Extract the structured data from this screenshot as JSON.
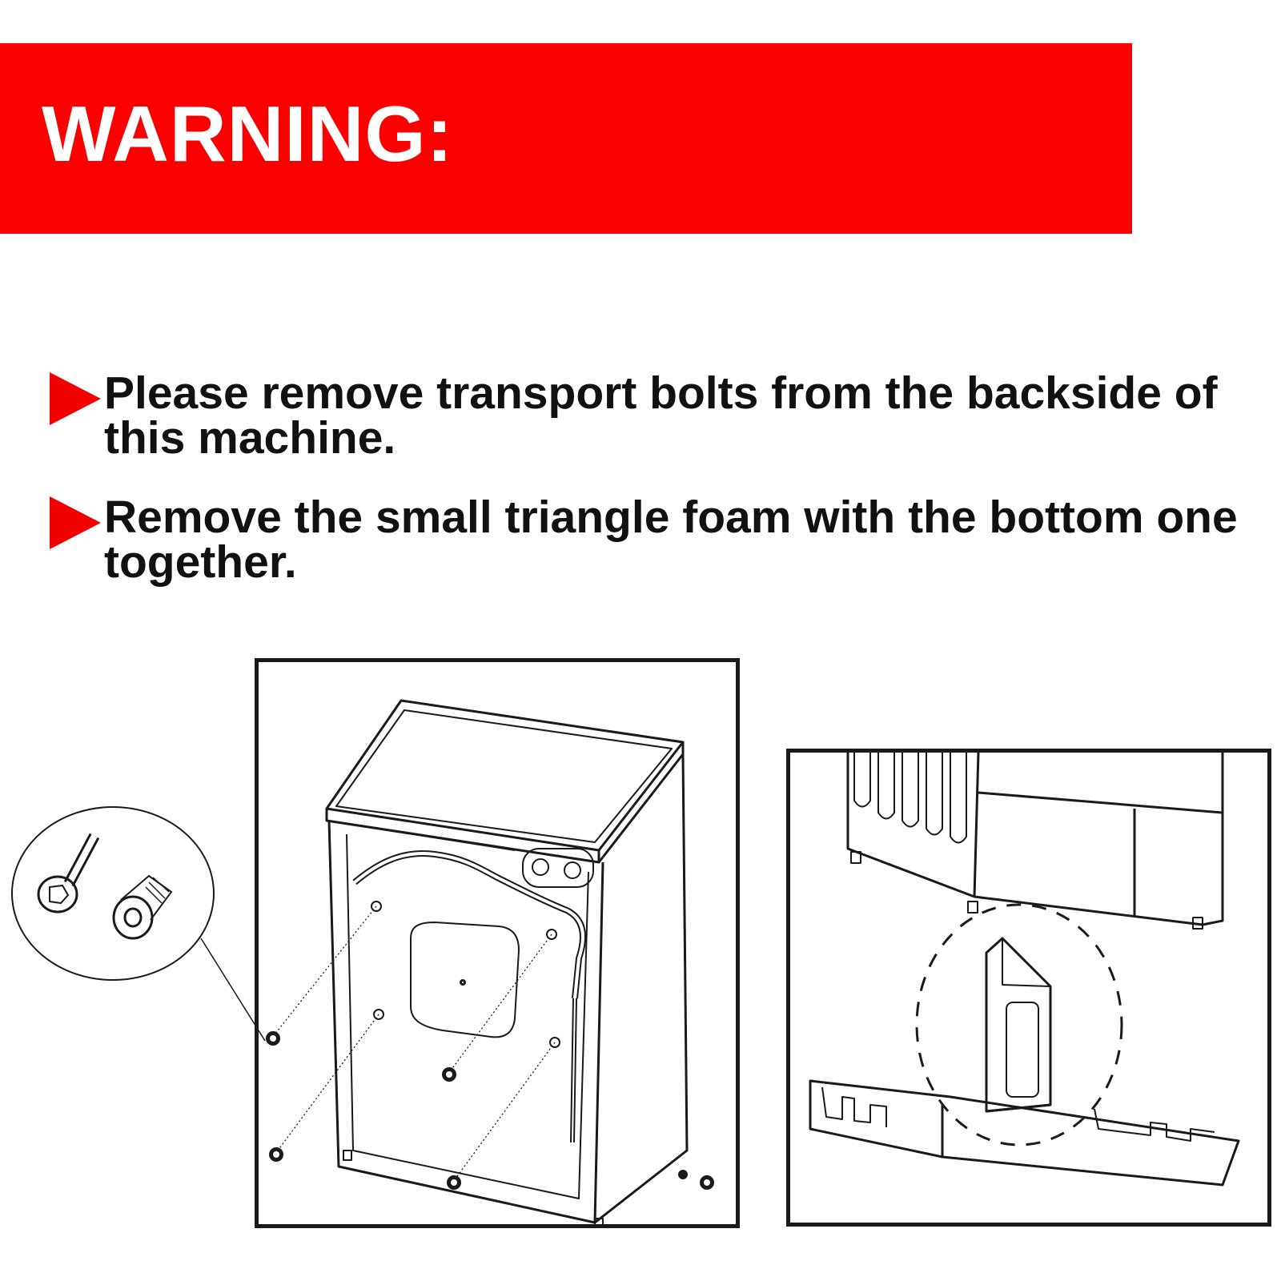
{
  "banner": {
    "title": "WARNING:",
    "color": "#fc0000"
  },
  "instructions": [
    {
      "icon": "triangle-arrow-icon",
      "text": "Please remove transport bolts from the backside of this machine."
    },
    {
      "icon": "triangle-arrow-icon",
      "text": "Remove the small triangle foam with the bottom one together."
    }
  ],
  "illustrations": [
    {
      "name": "washer-back-bolts-diagram"
    },
    {
      "name": "triangle-foam-diagram"
    }
  ]
}
